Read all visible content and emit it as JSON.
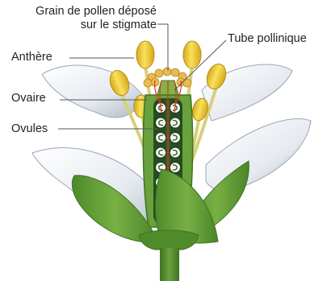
{
  "labels": {
    "grain_line1": "Grain de pollen déposé",
    "grain_line2": "sur le stigmate",
    "tube": "Tube pollinique",
    "anthere": "Anthère",
    "ovaire": "Ovaire",
    "ovules": "Ovules"
  },
  "colors": {
    "petal": "#eef1f5",
    "petal_shade": "#b9c3d0",
    "sepal": "#5f9a36",
    "sepal_dark": "#3f7322",
    "ovary_wall": "#6aa13c",
    "ovary_inner": "#264d22",
    "ovule": "#ffffff",
    "anther": "#f2cf36",
    "filament": "#e8df9a",
    "pollen": "#e8b64a",
    "pollen_tube": "#e0301c",
    "leader_line": "#555555"
  }
}
